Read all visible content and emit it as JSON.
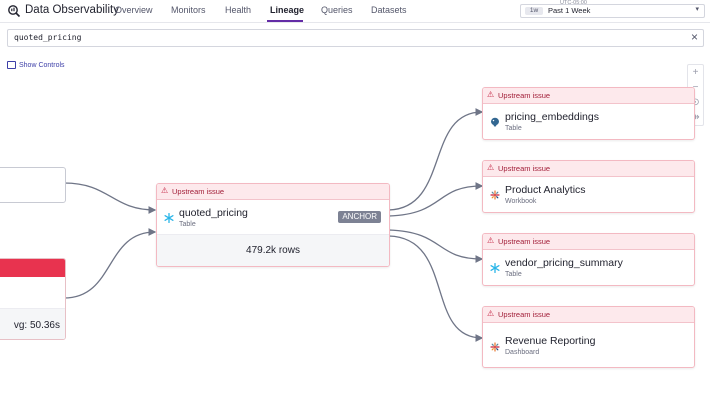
{
  "app": {
    "title": "Data Observability"
  },
  "nav": {
    "tabs": [
      {
        "label": "Overview"
      },
      {
        "label": "Monitors"
      },
      {
        "label": "Health"
      },
      {
        "label": "Lineage"
      },
      {
        "label": "Queries"
      },
      {
        "label": "Datasets"
      }
    ],
    "active": "Lineage"
  },
  "time": {
    "timezone": "UTC-05:00",
    "pill": "1w",
    "label": "Past 1 Week"
  },
  "search": {
    "value": "quoted_pricing"
  },
  "controls": {
    "label": "Show Controls"
  },
  "zoom": {
    "buttons": [
      "+",
      "−",
      "⊙",
      "⇹"
    ]
  },
  "accent": "#632ca6",
  "status_color": "#e8334f",
  "anchor_node": {
    "header": "Upstream issue",
    "name": "quoted_pricing",
    "type": "Table",
    "badge": "ANCHOR",
    "metric": "479.2k rows",
    "icon": "snowflake-icon"
  },
  "downstream": [
    {
      "header": "Upstream issue",
      "name": "pricing_embeddings",
      "type": "Table",
      "icon": "postgres-icon"
    },
    {
      "header": "Upstream issue",
      "name": "Product Analytics",
      "type": "Workbook",
      "icon": "tableau-icon"
    },
    {
      "header": "Upstream issue",
      "name": "vendor_pricing_summary",
      "type": "Table",
      "icon": "snowflake-icon"
    },
    {
      "header": "Upstream issue",
      "name": "Revenue Reporting",
      "type": "Dashboard",
      "icon": "tableau-icon"
    }
  ],
  "upstream_partial": {
    "avg_text": "vg: 50.36s"
  }
}
